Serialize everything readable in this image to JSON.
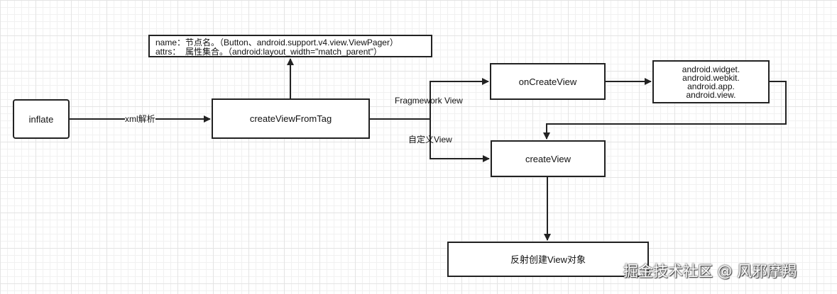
{
  "nodes": {
    "inflate": "inflate",
    "create_view_from_tag": "createViewFromTag",
    "note_line1": "name：节点名。（Button、android.support.v4.view.ViewPager）",
    "note_line2": "attrs：  属性集合。（android:layout_width=\"match_parent\"）",
    "on_create_view": "onCreateView",
    "packages": [
      "android.widget.",
      "android.webkit.",
      "android.app.",
      "android.view."
    ],
    "create_view": "createView",
    "reflect": "反射创建View对象"
  },
  "edges": {
    "xml_parse": "xml解析",
    "framework_view": "Fragmework View",
    "custom_view": "自定义View"
  },
  "watermark": "掘金技术社区 @ 风邪摩羯"
}
